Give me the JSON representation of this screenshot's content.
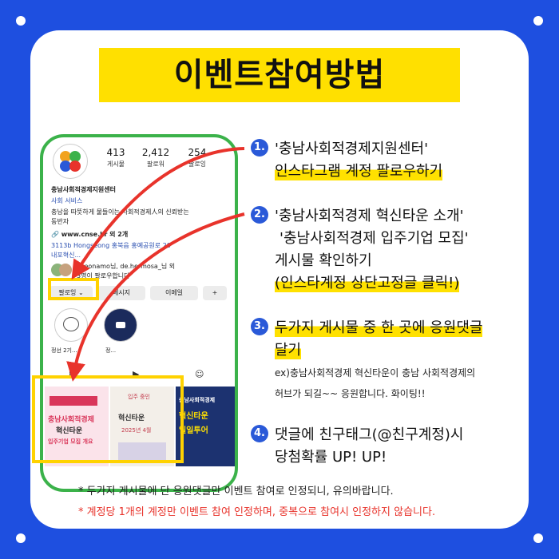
{
  "title": "이벤트참여방법",
  "phone": {
    "stats": [
      {
        "value": "413",
        "label": "게시물"
      },
      {
        "value": "2,412",
        "label": "팔로워"
      },
      {
        "value": "254",
        "label": "팔로잉"
      }
    ],
    "name": "충남사회적경제지원센터",
    "category": "사회 서비스",
    "bio_line1": "충남을 따뜻하게 물들이는 사회적경제人의 신뢰받는",
    "bio_line2": "동반자",
    "website": "www.cnse.kr 외 2개",
    "address": "3113b Hongseong 홍북읍 홍예공원로 20",
    "address2": "내포혁신...",
    "followers_note1": "cheonamo님, de.hermosa_님 외",
    "followers_note2": "3명이 팔로우합니다",
    "btn_follow": "팔로잉 ⌄",
    "btn_message": "메시지",
    "btn_email": "이메일",
    "btn_add": "+",
    "highlight1": "정선 2기...",
    "highlight2": "정...",
    "post1": {
      "top": "충남사회적경제",
      "mid": "혁신타운",
      "bottom": "입주기업 모집 개요"
    },
    "post2": {
      "top": "입주 중인",
      "mid": "혁신타운",
      "bottom": "2025년 4월"
    },
    "post3": {
      "top": "충남사회적경제",
      "mid": "혁신타운",
      "bottom": "일일투어"
    }
  },
  "steps": [
    {
      "num": "1.",
      "line1": "'충남사회적경제지원센터'",
      "line2": "인스타그램 계정 팔로우하기"
    },
    {
      "num": "2.",
      "line1": "'충남사회적경제 혁신타운 소개'",
      "line2": "'충남사회적경제 입주기업 모집'",
      "line3": "게시물 확인하기",
      "line4": "(인스타계정 상단고정글 클릭!)"
    },
    {
      "num": "3.",
      "line1": "두가지 게시물 중 한 곳에 응원댓글",
      "line2": "달기",
      "ex1": "ex)충남사회적경제 혁신타운이 충남 사회적경제의",
      "ex2": "허브가 되길~~ 응원합니다. 화이팅!!"
    },
    {
      "num": "4.",
      "line1": "댓글에 친구태그(@친구계정)시",
      "line2": "당첨확률 UP! UP!"
    }
  ],
  "notes": [
    "* 두가지 게시물에 단 응원댓글만 이벤트 참여로 인정되니, 유의바랍니다.",
    "* 계정당 1개의 계정만 이벤트 참여 인정하며, 중복으로 참여시 인정하지 않습니다."
  ],
  "colors": {
    "background": "#1e4fe0",
    "title_bg": "#ffe000",
    "accent_red": "#e8332b",
    "step_blue": "#2a59d8",
    "phone_border": "#3bb24a"
  }
}
